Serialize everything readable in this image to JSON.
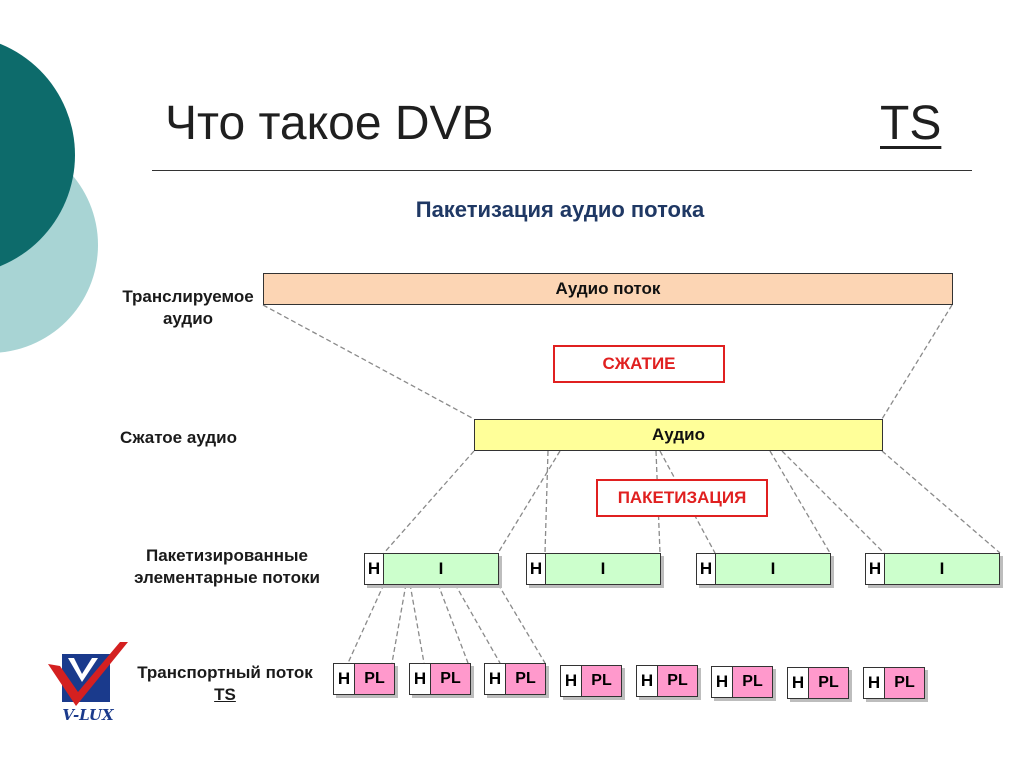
{
  "slide": {
    "title": "Что такое DVB",
    "section": "TS",
    "subtitle": "Пакетизация аудио потока"
  },
  "labels": {
    "broadcast_audio": "Транслируемое аудио",
    "compressed_audio": "Сжатое аудио",
    "pes": "Пакетизированные элементарные потоки",
    "transport_line1": "Транспортный поток",
    "transport_line2": "TS"
  },
  "boxes": {
    "audio_stream": "Аудио поток",
    "compression": "СЖАТИЕ",
    "audio": "Аудио",
    "packetization": "ПАКЕТИЗАЦИЯ"
  },
  "pes_packets": [
    {
      "header": "H",
      "payload": "I"
    },
    {
      "header": "H",
      "payload": "I"
    },
    {
      "header": "H",
      "payload": "I"
    },
    {
      "header": "H",
      "payload": "I"
    }
  ],
  "ts_packets": [
    {
      "header": "H",
      "payload": "PL"
    },
    {
      "header": "H",
      "payload": "PL"
    },
    {
      "header": "H",
      "payload": "PL"
    },
    {
      "header": "H",
      "payload": "PL"
    },
    {
      "header": "H",
      "payload": "PL"
    },
    {
      "header": "H",
      "payload": "PL"
    },
    {
      "header": "H",
      "payload": "PL"
    },
    {
      "header": "H",
      "payload": "PL"
    }
  ],
  "logo": {
    "text": "V-LUX"
  },
  "colors": {
    "teal_dark": "#0d6b6b",
    "teal_light": "#a8d4d4",
    "audio_stream_fill": "#fcd5b4",
    "audio_fill": "#ffff99",
    "pes_fill": "#ccffcc",
    "ts_fill": "#ff99cc",
    "accent_red": "#e02020",
    "subtitle_blue": "#1f3864"
  }
}
